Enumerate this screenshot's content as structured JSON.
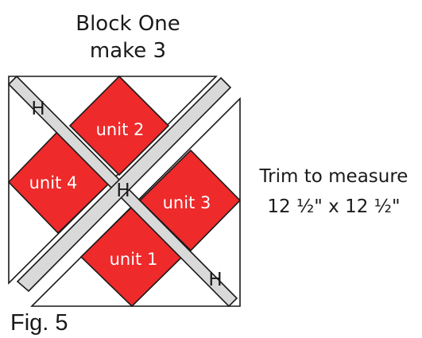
{
  "heading": {
    "line1": "Block One",
    "line2": "make 3"
  },
  "units": {
    "top": "unit 2",
    "left": "unit 4",
    "right": "unit 3",
    "bottom": "unit 1"
  },
  "seam_marks": {
    "top_left": "H",
    "center": "H",
    "bottom_right": "H"
  },
  "trim_note": {
    "line1": "Trim to measure",
    "line2": "12 ½\" x 12 ½\""
  },
  "figure_label": "Fig. 5",
  "colors": {
    "diamond": "#ee2a2b",
    "strip": "#d9d9d9",
    "outline": "#1a1a1a"
  }
}
